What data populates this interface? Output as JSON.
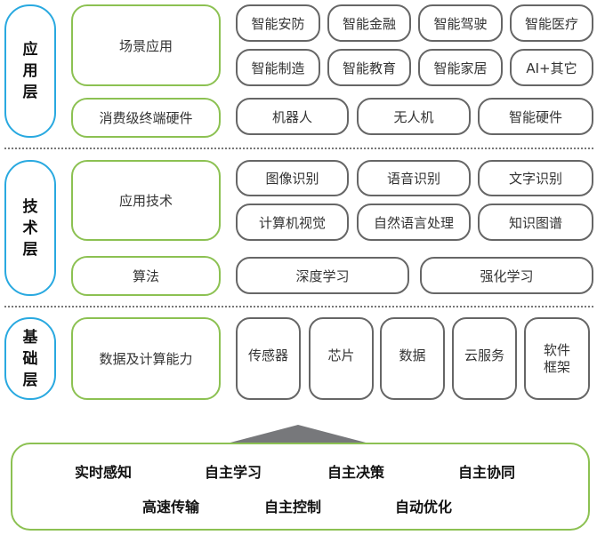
{
  "layers": {
    "application": {
      "label": "应用层",
      "groups": [
        {
          "label": "场景应用",
          "items": [
            "智能安防",
            "智能金融",
            "智能驾驶",
            "智能医疗",
            "智能制造",
            "智能教育",
            "智能家居",
            "AI+其它"
          ]
        },
        {
          "label": "消费级终端硬件",
          "items": [
            "机器人",
            "无人机",
            "智能硬件"
          ]
        }
      ]
    },
    "technology": {
      "label": "技术层",
      "groups": [
        {
          "label": "应用技术",
          "items": [
            "图像识别",
            "语音识别",
            "文字识别",
            "计算机视觉",
            "自然语言处理",
            "知识图谱"
          ]
        },
        {
          "label": "算法",
          "items": [
            "深度学习",
            "强化学习"
          ]
        }
      ]
    },
    "foundation": {
      "label": "基础层",
      "groups": [
        {
          "label": "数据及计算能力",
          "items": [
            "传感器",
            "芯片",
            "数据",
            "云服务",
            "软件框架"
          ]
        }
      ]
    }
  },
  "capabilities": [
    "实时感知",
    "自主学习",
    "自主决策",
    "自主协同",
    "高速传输",
    "自主控制",
    "自动优化"
  ],
  "colors": {
    "layer": "#29a9e0",
    "group": "#8cc152",
    "item": "#666666",
    "arrow": "#77787b"
  }
}
